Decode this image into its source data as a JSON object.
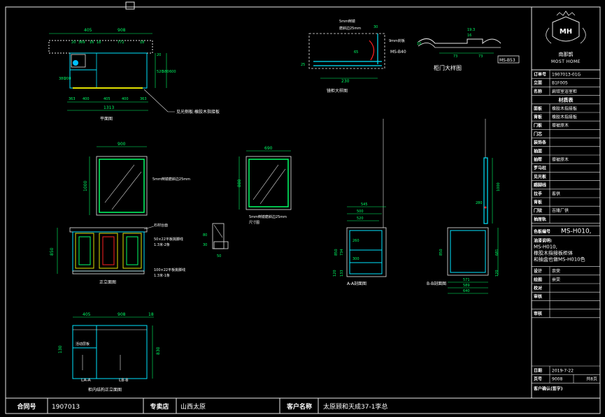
{
  "brand": {
    "name_cn": "南那鹊",
    "name_en": "MOST HOME",
    "logo_letters": "MH"
  },
  "titleblock": {
    "rows": [
      {
        "label": "订单号",
        "value": "1907013-01G"
      },
      {
        "label": "立面",
        "value": "B1F005"
      },
      {
        "label": "名称",
        "value": "扁钳室浴室柜"
      }
    ],
    "material_header": "材质表",
    "materials": [
      {
        "label": "面板",
        "value": "橡胶木指接板"
      },
      {
        "label": "背板",
        "value": "橡胶木指接板"
      },
      {
        "label": "门板",
        "value": "擦被原木"
      },
      {
        "label": "门芯",
        "value": ""
      },
      {
        "label": "装饰条",
        "value": ""
      },
      {
        "label": "抽面",
        "value": ""
      },
      {
        "label": "抽帮",
        "value": "擦被原木"
      },
      {
        "label": "罗马柱",
        "value": ""
      },
      {
        "label": "见光板",
        "value": ""
      },
      {
        "label": "踢脚线",
        "value": ""
      },
      {
        "label": "拉手",
        "value": "客供"
      },
      {
        "label": "背板",
        "value": ""
      },
      {
        "label": "门铰",
        "value": "百隆厂供"
      },
      {
        "label": "抽屉轨",
        "value": ""
      }
    ],
    "color_no_label": "色板编号",
    "color_no_value": "MS-H010,",
    "color_note_label": "油漆说明:",
    "color_note_lines": [
      "MS-H010,",
      "橡胶木指接板柜体",
      "和抽盒也做MS-H010色"
    ],
    "sign_rows": [
      {
        "label": "设计",
        "value": "崇荣"
      },
      {
        "label": "绘图",
        "value": "崇荣"
      },
      {
        "label": "校对",
        "value": ""
      },
      {
        "label": "审核",
        "value": ""
      },
      {
        "label": "",
        "value": ""
      },
      {
        "label": "审核",
        "value": ""
      }
    ],
    "date_label": "日期",
    "date_value": "2019-7-22",
    "page_label": "页号",
    "page_value": "9008",
    "page_total": "共8页",
    "confirm_label": "客户确认(签字)"
  },
  "footer": {
    "contract_label": "合同号",
    "contract_value": "1907013",
    "store_label": "专卖店",
    "store_value": "山西太原",
    "customer_label": "客户名称",
    "customer_value": "太原顾和天成37-1李总"
  },
  "views": {
    "plan": {
      "caption": "平面图",
      "top_dims": [
        "405",
        "908"
      ],
      "inner_dims": [
        "20",
        "369",
        "16",
        "18",
        "772",
        "18"
      ],
      "right_dims": [
        "20",
        "520",
        "580",
        "600"
      ],
      "left_dims": [
        "380",
        "200"
      ],
      "bottom_dims": [
        "363",
        "400",
        "405",
        "400",
        "363"
      ],
      "total": "1313",
      "note": "见光侧板:橡胶木指接板"
    },
    "basin": {
      "caption": "镜柜大样图",
      "notes": [
        "5mm倒镜",
        "磨斜边25mm"
      ],
      "dims": [
        "25",
        "230",
        "65",
        "30"
      ],
      "labels": [
        "9mm封板",
        "MS-B40"
      ]
    },
    "door_detail": {
      "caption": "柜门大样图",
      "dims": [
        "19.3",
        "16",
        "73",
        "73",
        "10"
      ],
      "label": "MS-B53"
    },
    "mirror1": {
      "width": "900",
      "height": "1000",
      "note": "5mm倒镜磨斜边25mm"
    },
    "mirror2": {
      "width": "690",
      "height": "880",
      "notes": [
        "5mm倒镜磨斜边25mm",
        "尺寸图"
      ]
    },
    "front": {
      "caption": "正立面图",
      "height": "850",
      "notes": [
        "石材台面",
        "50×22平板挑脚线",
        "1.3米-2条",
        "100×22平板挑脚线",
        "1.3米-1条"
      ],
      "profile_dims": [
        "80",
        "30",
        "50"
      ]
    },
    "section_a": {
      "caption": "A-A剖面图",
      "top_dims": [
        "545",
        "500",
        "520"
      ],
      "side_dims": [
        "850",
        "734",
        "120",
        "133",
        "260",
        "300"
      ]
    },
    "section_b": {
      "caption": "B-B剖面图",
      "dims": [
        "1000",
        "280",
        "850",
        "681",
        "120"
      ],
      "bottom_dims": [
        "571",
        "589",
        "640"
      ]
    },
    "inner": {
      "caption": "柜内结构正立面图",
      "top_dims": [
        "405",
        "908",
        "18"
      ],
      "left_dim": "130",
      "right_dim": "830",
      "label": "活动层板",
      "markers": [
        "LA-A",
        "LB-B"
      ]
    }
  }
}
